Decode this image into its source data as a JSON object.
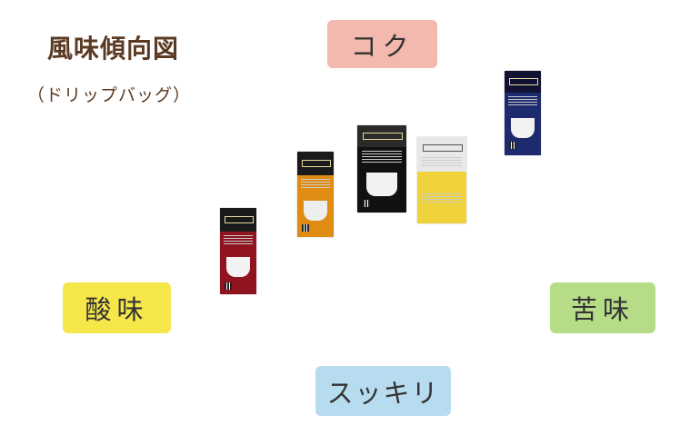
{
  "title": "風味傾向図",
  "subtitle": "（ドリップバッグ）",
  "axes": {
    "top": "コク",
    "bottom": "スッキリ",
    "left": "酸味",
    "right": "苦味"
  },
  "colors": {
    "top": "#f3b9ae",
    "bottom": "#b7dcf0",
    "left": "#f5e74a",
    "right": "#b6dc87",
    "vertical_line_top": "#c0392b",
    "vertical_line_bottom": "#8fa8b8",
    "horizontal_line_left": "#e2b21a",
    "horizontal_line_right": "#3aa631",
    "title_text": "#5b3a23"
  },
  "products": [
    {
      "id": "red-package",
      "colors": [
        "#8f1420",
        "#1a1a1a"
      ]
    },
    {
      "id": "orange-package",
      "colors": [
        "#e08b12",
        "#1a1a1a"
      ]
    },
    {
      "id": "black-package",
      "colors": [
        "#111111",
        "#2a2a2a"
      ]
    },
    {
      "id": "yellow-package",
      "colors": [
        "#f0d33a",
        "#e5e5e5"
      ]
    },
    {
      "id": "navy-package",
      "colors": [
        "#1d2a6e",
        "#111133"
      ]
    }
  ]
}
